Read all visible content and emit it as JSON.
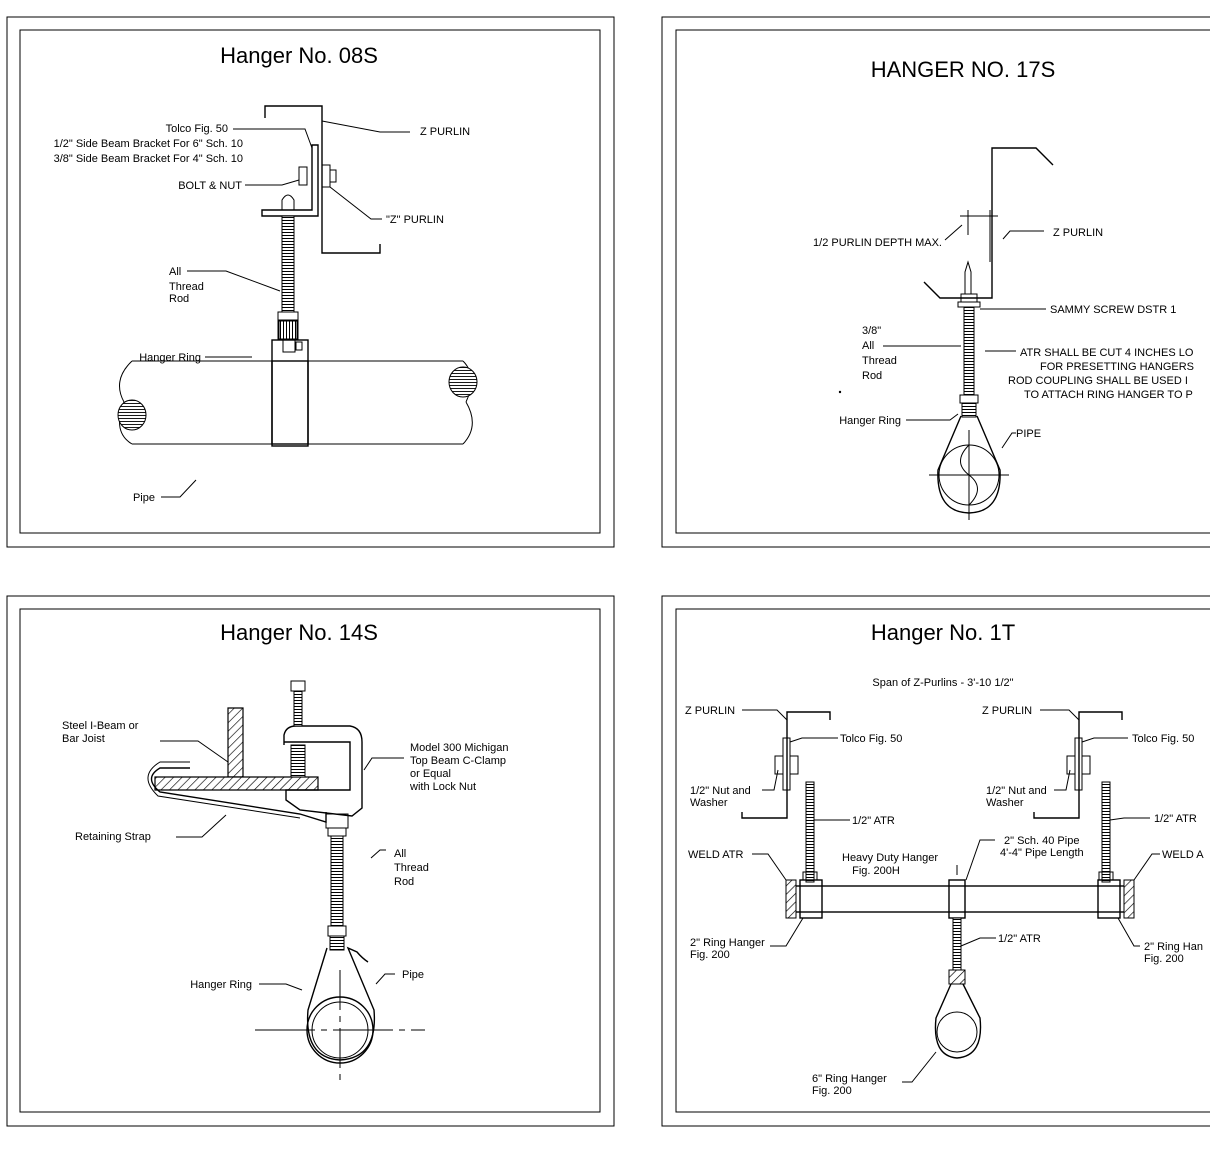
{
  "panels": [
    {
      "title": "Hanger No. 08S",
      "labels": {
        "tolco": "Tolco Fig. 50",
        "bracket_a": "1/2\" Side Beam Bracket For 6\" Sch. 10",
        "bracket_b": "3/8\" Side Beam Bracket For 4\" Sch. 10",
        "z_purlin": "Z PURLIN",
        "bolt_nut": "BOLT & NUT",
        "z_purlin_q": "\"Z\" PURLIN",
        "atr": [
          "All",
          "Thread",
          "Rod"
        ],
        "hanger_ring": "Hanger Ring",
        "pipe": "Pipe"
      }
    },
    {
      "title": "HANGER NO. 17S",
      "labels": {
        "purlin_depth": "1/2 PURLIN DEPTH MAX.",
        "z_purlin": "Z PURLIN",
        "sammy": "SAMMY SCREW DSTR 1",
        "atr": [
          "3/8\"",
          "All",
          "Thread",
          "Rod"
        ],
        "note": [
          "ATR SHALL BE CUT 4 INCHES LO",
          "FOR PRESETTING HANGERS",
          "ROD COUPLING SHALL BE USED I",
          "TO ATTACH RING HANGER TO P"
        ],
        "hanger_ring": "Hanger Ring",
        "pipe": "PIPE"
      }
    },
    {
      "title": "Hanger No. 14S",
      "labels": {
        "steel": [
          "Steel I-Beam or",
          "Bar Joist"
        ],
        "clamp": [
          "Model 300 Michigan",
          "Top Beam C-Clamp",
          "or Equal",
          "with Lock Nut"
        ],
        "strap": "Retaining Strap",
        "atr": [
          "All",
          "Thread",
          "Rod"
        ],
        "hanger_ring": "Hanger Ring",
        "pipe": "Pipe"
      }
    },
    {
      "title": "Hanger No. 1T",
      "labels": {
        "span": "Span of Z-Purlins - 3'-10 1/2\"",
        "z_purlin_left": "Z PURLIN",
        "z_purlin_right": "Z PURLIN",
        "tolco_left": "Tolco Fig. 50",
        "tolco_right": "Tolco Fig. 50",
        "nut_left": [
          "1/2\" Nut and",
          "Washer"
        ],
        "nut_right": [
          "1/2\" Nut and",
          "Washer"
        ],
        "atr_left": "1/2\" ATR",
        "atr_right": "1/2\" ATR",
        "atr_mid": "1/2\" ATR",
        "pipe_spec": [
          "2\" Sch. 40 Pipe",
          "4'-4\" Pipe Length"
        ],
        "heavy": [
          "Heavy Duty Hanger",
          "Fig. 200H"
        ],
        "weld_left": "WELD ATR",
        "weld_right": "WELD A",
        "ring_left": [
          "2\" Ring Hanger",
          "Fig. 200"
        ],
        "ring_right": [
          "2\" Ring Han",
          "Fig. 200"
        ],
        "ring_six": [
          "6\" Ring Hanger",
          "Fig. 200"
        ]
      }
    }
  ]
}
